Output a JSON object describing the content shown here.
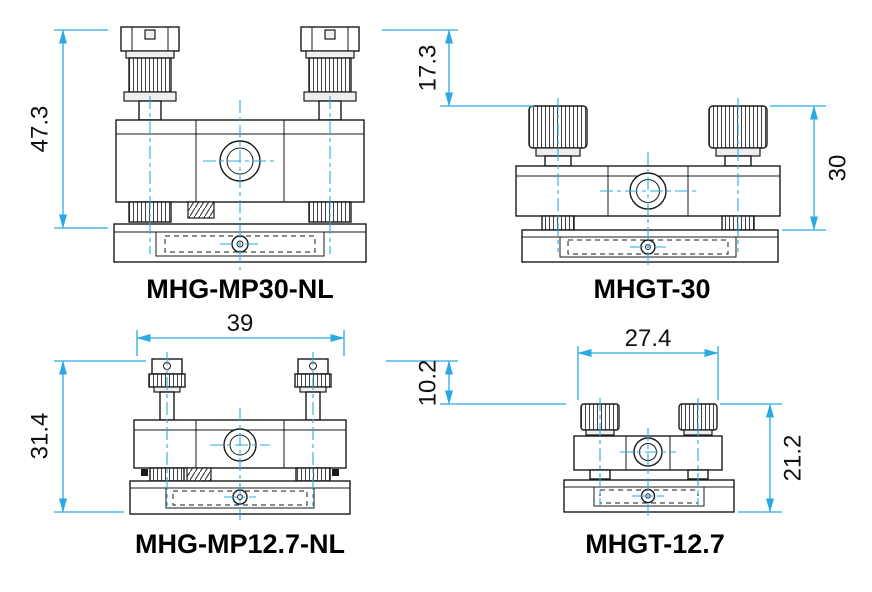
{
  "page": {
    "background": "#ffffff"
  },
  "colors": {
    "dimension_line": "#29ABE2",
    "drawing_line": "#1a1a1a",
    "text": "#000000"
  },
  "figures": {
    "mhg_mp30_nl": {
      "label": "MHG-MP30-NL",
      "dim_height": "47.3"
    },
    "mhgt_30": {
      "label": "MHGT-30",
      "dim_height": "30",
      "dim_top_offset": "17.3"
    },
    "mhg_mp12_7_nl": {
      "label": "MHG-MP12.7-NL",
      "dim_height": "31.4",
      "dim_width": "39"
    },
    "mhgt_12_7": {
      "label": "MHGT-12.7",
      "dim_height": "21.2",
      "dim_width": "27.4",
      "dim_top_offset": "10.2"
    }
  }
}
